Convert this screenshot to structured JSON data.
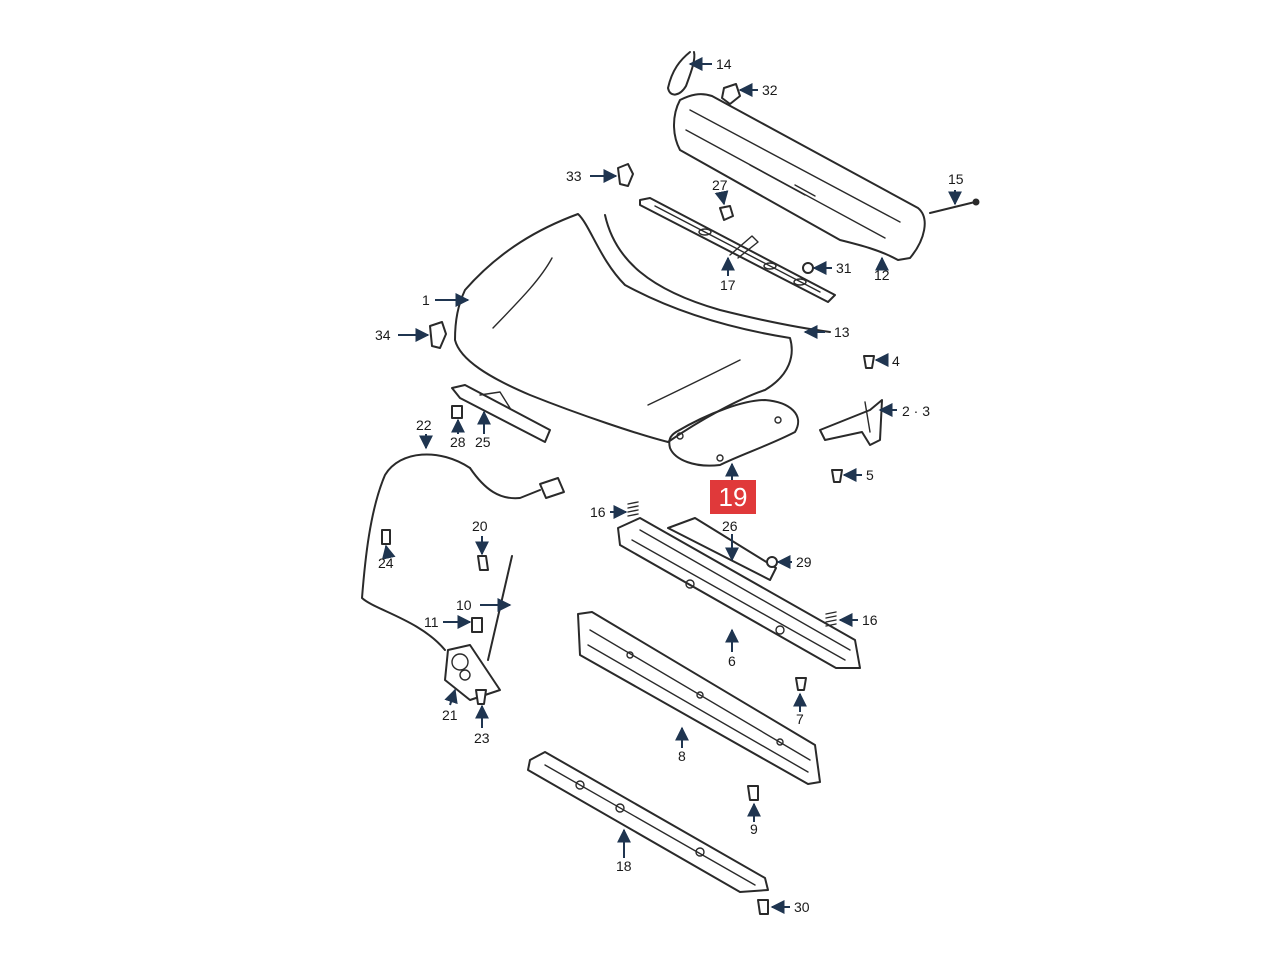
{
  "highlight": {
    "label": "19",
    "color": "#e0393a"
  },
  "callouts": {
    "c1": "1",
    "c2_3": "2 · 3",
    "c4": "4",
    "c5": "5",
    "c6": "6",
    "c7": "7",
    "c8": "8",
    "c9": "9",
    "c10": "10",
    "c11": "11",
    "c12": "12",
    "c13": "13",
    "c14": "14",
    "c15": "15",
    "c16a": "16",
    "c16b": "16",
    "c17": "17",
    "c18": "18",
    "c20": "20",
    "c21": "21",
    "c22": "22",
    "c23": "23",
    "c24": "24",
    "c25": "25",
    "c26": "26",
    "c27": "27",
    "c28": "28",
    "c29": "29",
    "c30": "30",
    "c31": "31",
    "c32": "32",
    "c33": "33",
    "c34": "34"
  },
  "colors": {
    "line": "#2a2a2a",
    "leader": "#1f3550",
    "background": "#ffffff"
  }
}
